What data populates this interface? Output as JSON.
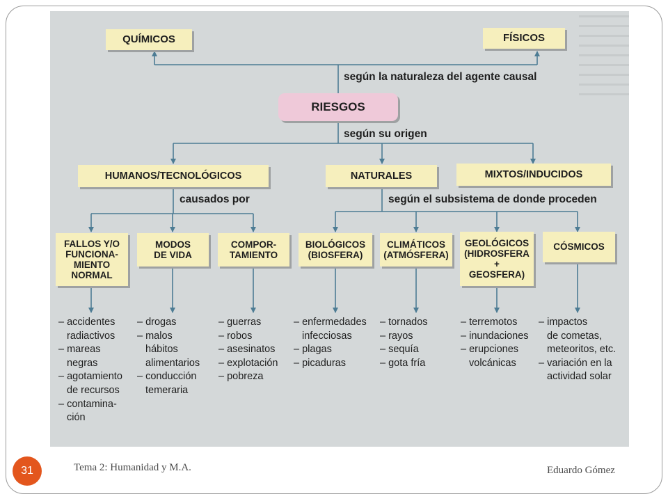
{
  "diagram": {
    "top_left_box": "QUÍMICOS",
    "top_right_box": "FÍSICOS",
    "label_naturaleza": "según la naturaleza del agente causal",
    "root": "RIESGOS",
    "label_origen": "según su origen",
    "level2": [
      "HUMANOS/TECNOLÓGICOS",
      "NATURALES",
      "MIXTOS/INDUCIDOS"
    ],
    "label_causados": "causados por",
    "label_subsistema": "según el subsistema de donde proceden",
    "level3": [
      {
        "title": "FALLOS Y/O\nFUNCIONA-\nMIENTO\nNORMAL",
        "items": [
          "accidentes\nradiactivos",
          "mareas\nnegras",
          "agotamiento\nde recursos",
          "contamina-\nción"
        ]
      },
      {
        "title": "MODOS\nDE VIDA",
        "items": [
          "drogas",
          "malos\nhábitos\nalimentarios",
          "conducción\ntemeraria"
        ]
      },
      {
        "title": "COMPOR-\nTAMIENTO",
        "items": [
          "guerras",
          "robos",
          "asesinatos",
          "explotación",
          "pobreza"
        ]
      },
      {
        "title": "BIOLÓGICOS\n(BIOSFERA)",
        "items": [
          "enfermedades\ninfecciosas",
          "plagas",
          "picaduras"
        ]
      },
      {
        "title": "CLIMÁTICOS\n(ATMÓSFERA)",
        "items": [
          "tornados",
          "rayos",
          "sequía",
          "gota fría"
        ]
      },
      {
        "title": "GEOLÓGICOS\n(HIDROSFERA\n+\nGEOSFERA)",
        "items": [
          "terremotos",
          "inundaciones",
          "erupciones\nvolcánicas"
        ]
      },
      {
        "title": "CÓSMICOS",
        "items": [
          "impactos\nde cometas,\nmeteoritos, etc.",
          "variación en la\nactividad solar"
        ]
      }
    ]
  },
  "footer": {
    "slide_number": "31",
    "title": "Tema 2: Humanidad y M.A.",
    "author": "Eduardo Gómez"
  },
  "colors": {
    "box_fill": "#f6efbd",
    "root_fill": "#efc9d9",
    "line": "#4d7c94",
    "background": "#d4d8d9",
    "slide_badge": "#e3561d"
  }
}
